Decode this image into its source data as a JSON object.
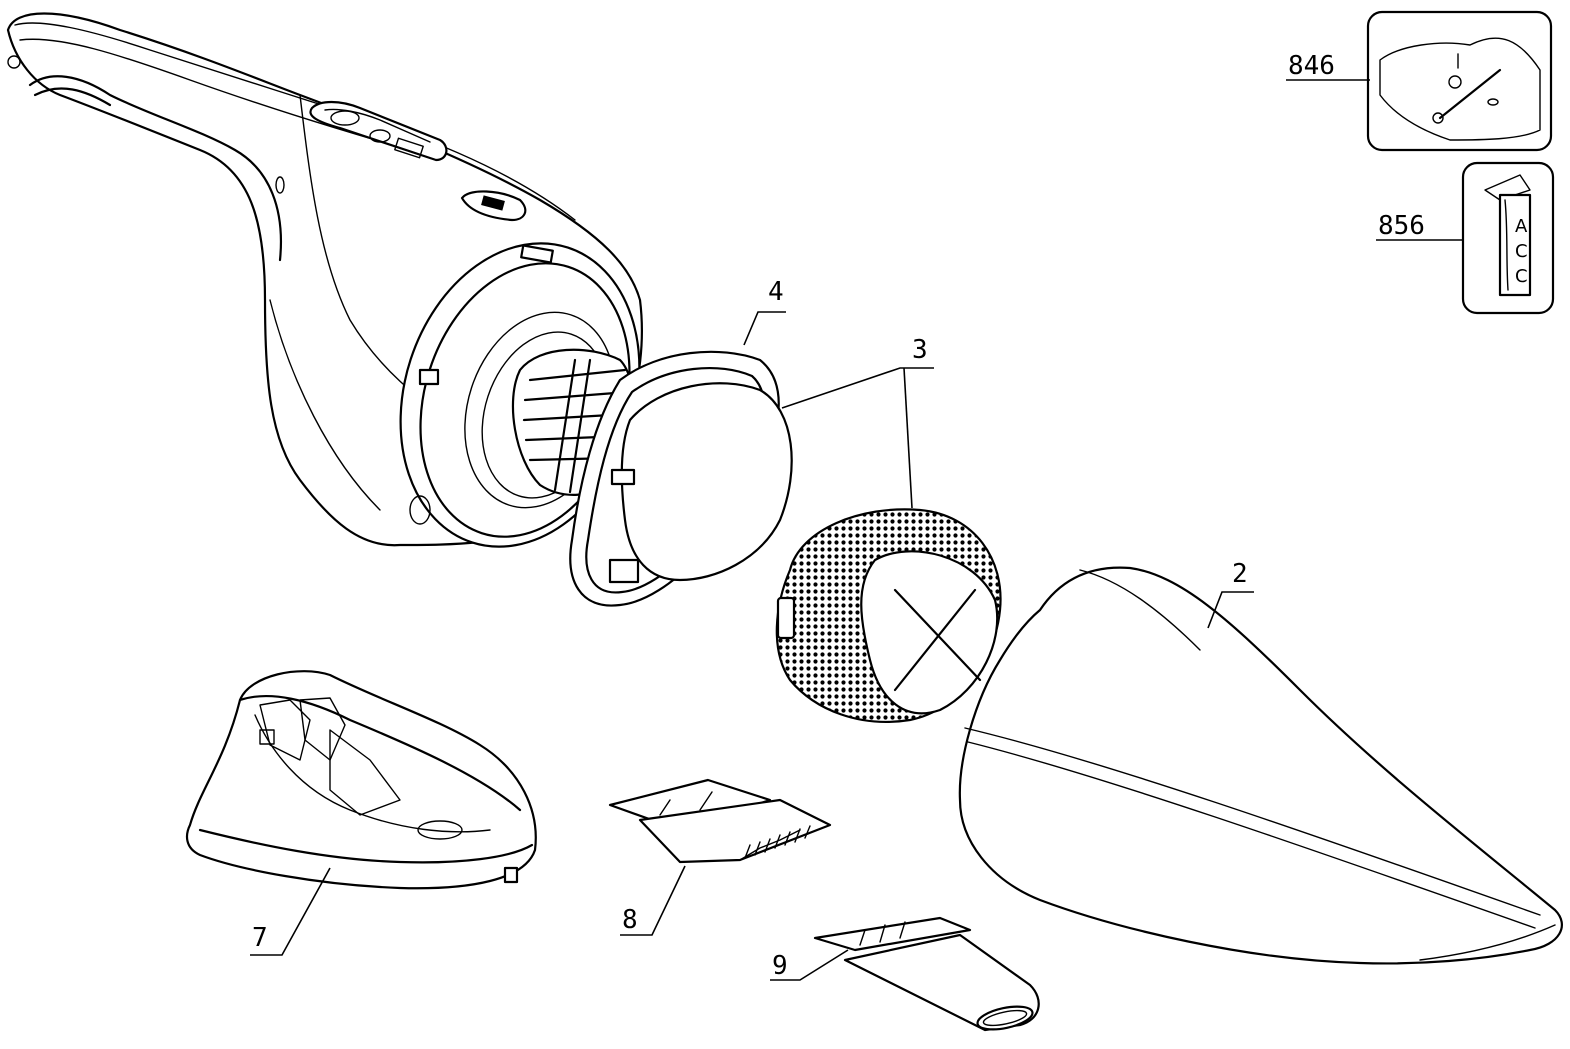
{
  "callouts": [
    {
      "id": "846",
      "label": "846"
    },
    {
      "id": "856",
      "label": "856"
    },
    {
      "id": "4",
      "label": "4"
    },
    {
      "id": "3",
      "label": "3"
    },
    {
      "id": "2",
      "label": "2"
    },
    {
      "id": "7",
      "label": "7"
    },
    {
      "id": "8",
      "label": "8"
    },
    {
      "id": "9",
      "label": "9"
    }
  ],
  "card_856": {
    "letters": [
      "A",
      "C",
      "C"
    ]
  }
}
